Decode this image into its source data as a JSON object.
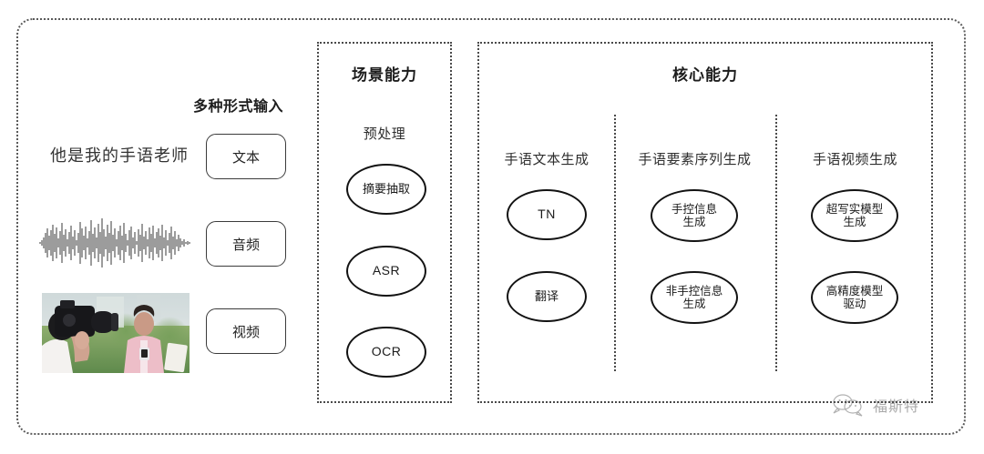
{
  "diagram": {
    "title_hidden": "",
    "input_section": {
      "heading": "多种形式输入",
      "sample_text": "他是我的手语老师",
      "modalities": [
        {
          "label": "文本",
          "icon": "text-sample"
        },
        {
          "label": "音频",
          "icon": "audio-waveform-icon"
        },
        {
          "label": "视频",
          "icon": "video-thumbnail"
        }
      ]
    },
    "scene_panel": {
      "title": "场景能力",
      "subtitle": "预处理",
      "nodes": [
        "摘要抽取",
        "ASR",
        "OCR"
      ]
    },
    "core_panel": {
      "title": "核心能力",
      "columns": [
        {
          "title": "手语文本生成",
          "nodes": [
            "TN",
            "翻译"
          ]
        },
        {
          "title": "手语要素序列生成",
          "nodes": [
            "手控信息\n生成",
            "非手控信息\n生成"
          ]
        },
        {
          "title": "手语视频生成",
          "nodes": [
            "超写实模型\n生成",
            "高精度模型\n驱动"
          ]
        }
      ]
    },
    "watermark": {
      "text": "福斯特",
      "icon": "wechat-bubble-icon"
    },
    "colors": {
      "border": "#4a4a4a",
      "node_stroke": "#121212",
      "text": "#2b2b2b",
      "background": "#ffffff"
    }
  }
}
